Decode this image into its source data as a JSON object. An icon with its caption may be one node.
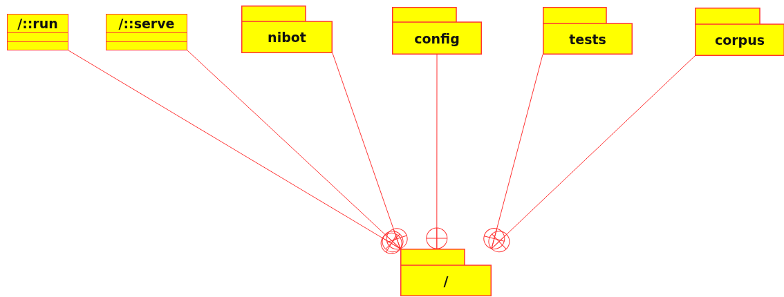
{
  "diagram": {
    "nodes": [
      {
        "text": [
          "/::run"
        ]
      },
      {
        "text": [
          "/::serve"
        ]
      },
      {
        "text": [
          "nibot"
        ]
      },
      {
        "text": [
          "config"
        ]
      },
      {
        "text": [
          "tests"
        ]
      },
      {
        "text": [
          "corpus"
        ]
      },
      {
        "text": [
          "/"
        ]
      }
    ],
    "edges": [
      {
        "from": 0,
        "to": 6,
        "arrow": "other"
      },
      {
        "from": 1,
        "to": 6,
        "arrow": "other"
      },
      {
        "from": 2,
        "to": 6,
        "arrow": "other"
      },
      {
        "from": 3,
        "to": 6,
        "arrow": "other"
      },
      {
        "from": 4,
        "to": 6,
        "arrow": "other"
      },
      {
        "from": 5,
        "to": 6,
        "arrow": "other"
      }
    ]
  }
}
